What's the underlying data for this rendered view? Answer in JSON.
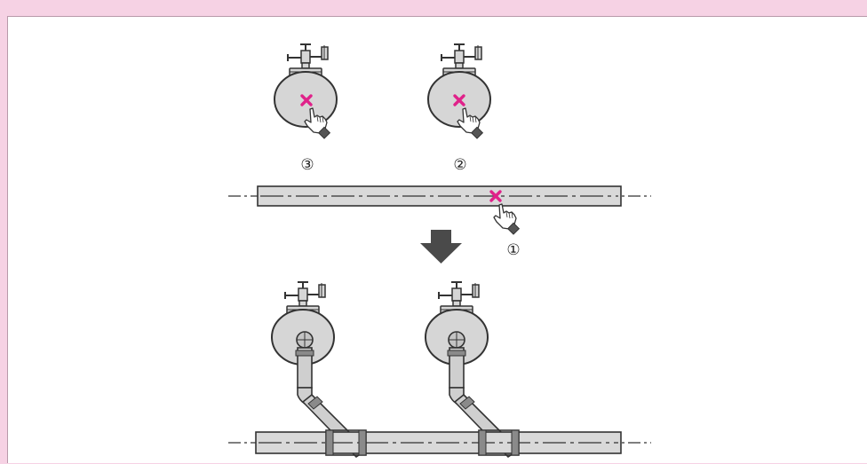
{
  "steps": {
    "step1": "①",
    "step2": "②",
    "step3": "③"
  },
  "colors": {
    "page_background": "#f6d2e4",
    "frame_background": "#ffffff",
    "equipment_fill": "#d6d6d6",
    "pipe_fill": "#d9d9d9",
    "outline": "#333333",
    "pick_mark": "#e0228a",
    "arrow": "#4a4a4a"
  },
  "icons": {
    "pick_mark": "x-mark-icon",
    "cursor": "hand-pointer-icon",
    "arrow": "arrow-down-icon"
  }
}
